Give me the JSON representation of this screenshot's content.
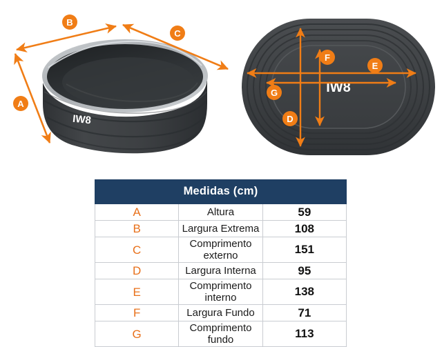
{
  "product": {
    "brand_mark": "IW8",
    "views": {
      "perspective": {
        "name": "perspective-view",
        "brand_mark": "IW8",
        "callouts": [
          {
            "key": "A",
            "name": "callout-a-height"
          },
          {
            "key": "B",
            "name": "callout-b-extreme-width"
          },
          {
            "key": "C",
            "name": "callout-c-external-length"
          }
        ]
      },
      "top": {
        "name": "top-view",
        "brand_mark": "IW8",
        "callouts": [
          {
            "key": "D",
            "name": "callout-d-internal-width"
          },
          {
            "key": "E",
            "name": "callout-e-internal-length"
          },
          {
            "key": "F",
            "name": "callout-f-bottom-width"
          },
          {
            "key": "G",
            "name": "callout-g-bottom-length"
          }
        ]
      }
    }
  },
  "table": {
    "title": "Medidas (cm)",
    "rows": [
      {
        "key": "A",
        "label": "Altura",
        "value": "59"
      },
      {
        "key": "B",
        "label": "Largura Extrema",
        "value": "108"
      },
      {
        "key": "C",
        "label": "Comprimento externo",
        "value": "151"
      },
      {
        "key": "D",
        "label": "Largura Interna",
        "value": "95"
      },
      {
        "key": "E",
        "label": "Comprimento interno",
        "value": "138"
      },
      {
        "key": "F",
        "label": "Largura Fundo",
        "value": "71"
      },
      {
        "key": "G",
        "label": "Comprimento fundo",
        "value": "113"
      }
    ]
  },
  "colors": {
    "accent_orange": "#f07d16",
    "header_navy": "#1f3f63",
    "body_dark": "#3a3d40",
    "rim_grey": "#b9bdc0",
    "background": "#ffffff"
  }
}
